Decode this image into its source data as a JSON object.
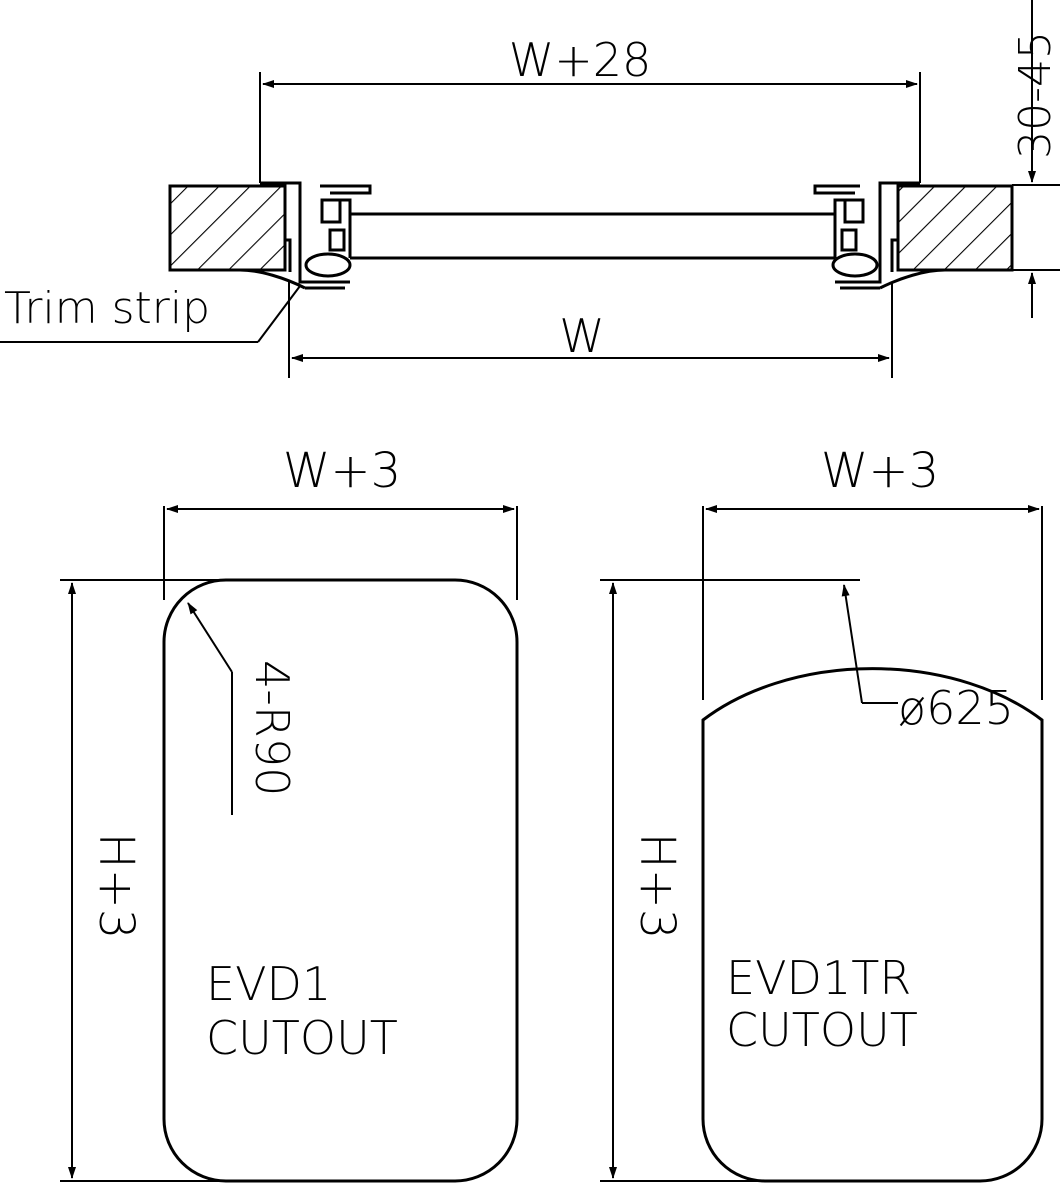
{
  "section": {
    "dim_top": "W+28",
    "dim_bottom": "W",
    "dim_depth": "30-45",
    "callout": "Trim strip"
  },
  "cutout_left": {
    "dim_width": "W+3",
    "dim_height": "H+3",
    "radius": "4-R90",
    "name_line1": "EVD1",
    "name_line2": "CUTOUT"
  },
  "cutout_right": {
    "dim_width": "W+3",
    "dim_height": "H+3",
    "diameter": "ø625",
    "name_line1": "EVD1TR",
    "name_line2": "CUTOUT"
  }
}
